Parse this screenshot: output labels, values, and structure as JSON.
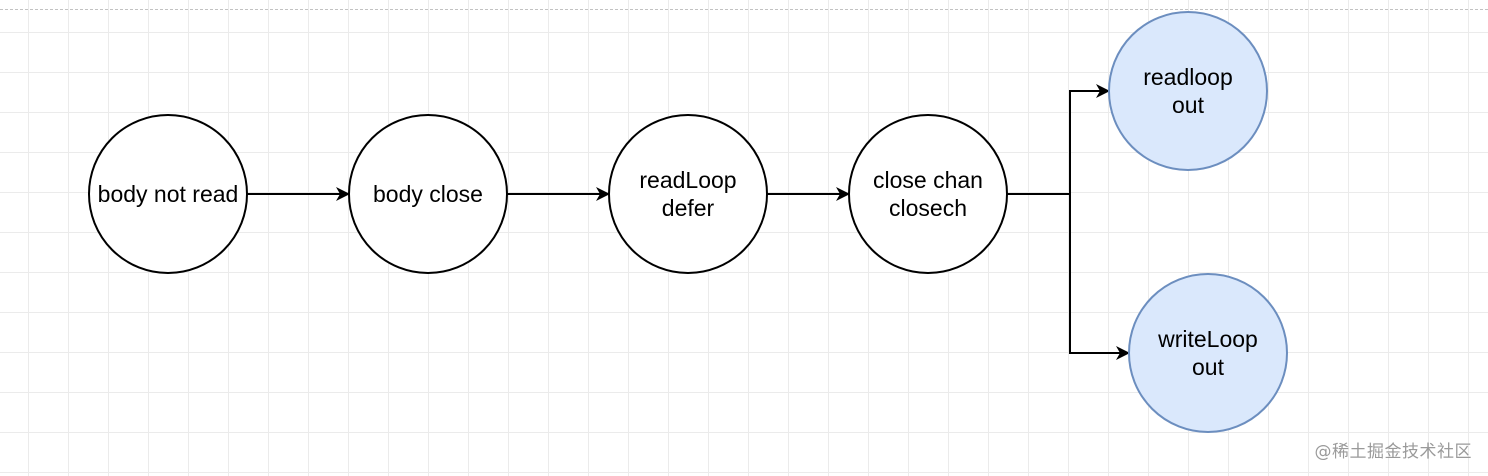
{
  "colors": {
    "default_fill": "#ffffff",
    "default_stroke": "#000000",
    "highlight_fill": "#dae8fc",
    "highlight_stroke": "#6c8ebf",
    "edge": "#000000"
  },
  "nodes": [
    {
      "id": "body-not-read",
      "lines": [
        "body not read"
      ],
      "style": "default"
    },
    {
      "id": "body-close",
      "lines": [
        "body close"
      ],
      "style": "default"
    },
    {
      "id": "readloop-defer",
      "lines": [
        "readLoop",
        "defer"
      ],
      "style": "default"
    },
    {
      "id": "close-chan",
      "lines": [
        "close chan",
        "closech"
      ],
      "style": "default"
    },
    {
      "id": "readloop-out",
      "lines": [
        "readloop",
        "out"
      ],
      "style": "highlight"
    },
    {
      "id": "writeloop-out",
      "lines": [
        "writeLoop",
        "out"
      ],
      "style": "highlight"
    }
  ],
  "edges": [
    {
      "from": "body-not-read",
      "to": "body-close"
    },
    {
      "from": "body-close",
      "to": "readloop-defer"
    },
    {
      "from": "readloop-defer",
      "to": "close-chan"
    },
    {
      "from": "close-chan",
      "to": "readloop-out"
    },
    {
      "from": "close-chan",
      "to": "writeloop-out"
    }
  ],
  "watermark": "@稀土掘金技术社区"
}
